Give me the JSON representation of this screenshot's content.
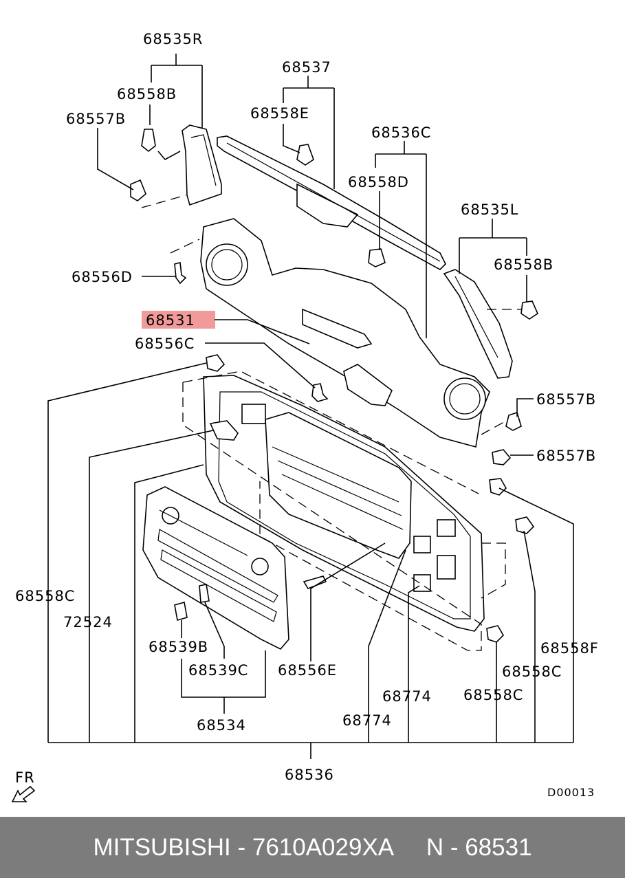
{
  "labels": {
    "p68535R": "68535R",
    "p68537": "68537",
    "p68558B_a": "68558B",
    "p68558E": "68558E",
    "p68557B_a": "68557B",
    "p68536C": "68536C",
    "p68558D": "68558D",
    "p68535L": "68535L",
    "p68558B_b": "68558B",
    "p68556D": "68556D",
    "p68531": "68531",
    "p68556C": "68556C",
    "p68557B_b": "68557B",
    "p68557B_c": "68557B",
    "p68558C_a": "68558C",
    "p72524": "72524",
    "p68558F": "68558F",
    "p68539B": "68539B",
    "p68539C": "68539C",
    "p68556E": "68556E",
    "p68558C_b": "68558C",
    "p68774_a": "68774",
    "p68558C_c": "68558C",
    "p68774_b": "68774",
    "p68534": "68534",
    "p68536": "68536"
  },
  "direction": "FR",
  "diagram_code": "D00013",
  "highlight_color": "#f19a9a",
  "footer": {
    "text": "MITSUBISHI - 7610A029XA     N - 68531"
  }
}
